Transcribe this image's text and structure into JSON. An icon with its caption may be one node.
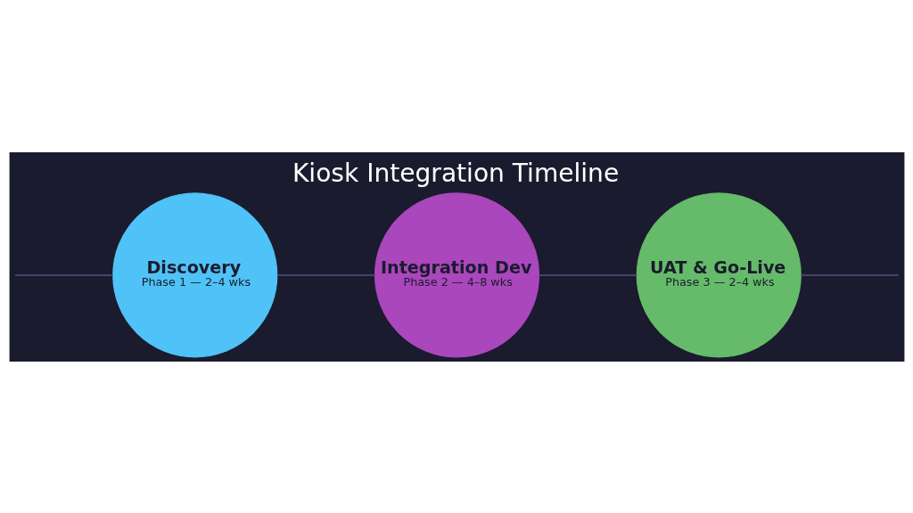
{
  "diagram": {
    "title": "Kiosk Integration Timeline",
    "nodes": [
      {
        "text": [
          "Discovery",
          "Phase 1 — 2–4 wks"
        ]
      },
      {
        "text": [
          "Integration Dev",
          "Phase 2 — 4–8 wks"
        ]
      },
      {
        "text": [
          "UAT & Go-Live",
          "Phase 3 — 2–4 wks"
        ]
      }
    ],
    "edges": [
      {
        "from": null,
        "to": 0,
        "arrow": "none"
      },
      {
        "from": 0,
        "to": 1,
        "arrow": "none"
      },
      {
        "from": 1,
        "to": 2,
        "arrow": "none"
      },
      {
        "from": 2,
        "to": null,
        "arrow": "none"
      }
    ]
  }
}
